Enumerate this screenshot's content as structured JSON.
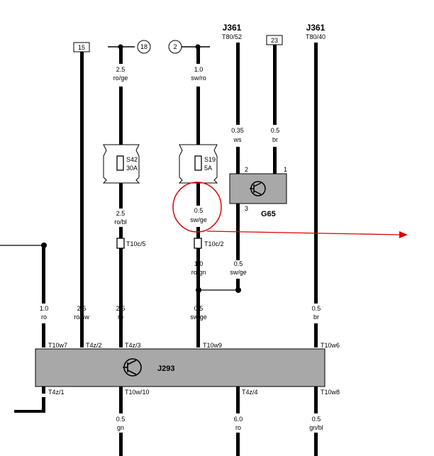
{
  "colors": {
    "wire": "#000000",
    "module_fill": "#a8a8a8",
    "relay_fill": "#a8a8a8",
    "highlight": "#e00000",
    "fuse_outline": "#000000"
  },
  "top_labels": {
    "terminal_15": "15",
    "circle_18": "18",
    "circle_2": "2",
    "j361_a_title": "J361",
    "j361_a_pin": "T80/52",
    "box_23": "23",
    "j361_b_title": "J361",
    "j361_b_pin": "T80/40"
  },
  "wire_labels": {
    "w18_size": "2.5",
    "w18_color": "ro/ge",
    "w2_size": "1.0",
    "w2_color": "sw/ro",
    "w52_size": "0.35",
    "w52_color": "ws",
    "w23_size": "0.5",
    "w23_color": "br",
    "s42_out_size": "2.5",
    "s42_out_color": "ro/bl",
    "s19_out_size": "0.5",
    "s19_out_color": "sw/ge",
    "g65_out_size": "0.5",
    "g65_out_color": "sw/ge",
    "t10c2_out_size": "1.0",
    "t10c2_out_color": "ro/gn",
    "in1_size": "1.0",
    "in1_color": "ro",
    "in2_size": "2.5",
    "in2_color": "ro/sw",
    "in3_size": "2.5",
    "in3_color": "ro",
    "in4_size": "0.5",
    "in4_color": "sw/ge",
    "in5_size": "0.5",
    "in5_color": "br",
    "out1_size": "0.5",
    "out1_color": "gn",
    "out2_size": "6.0",
    "out2_color": "ro",
    "out3_size": "0.5",
    "out3_color": "gn/bl"
  },
  "fuses": {
    "s42_name": "S42",
    "s42_rating": "30A",
    "s19_name": "S19",
    "s19_rating": "5A"
  },
  "connectors": {
    "t10c5": "T10c/5",
    "t10c2": "T10c/2",
    "t10w7": "T10w7",
    "t4z2": "T4z/2",
    "t4z3": "T4z/3",
    "t10w9": "T10w9",
    "t10w6": "T10w6",
    "t4z1": "T4z/1",
    "t10w10": "T10w/10",
    "t4z4": "T4z/4",
    "t10w8": "T10w8"
  },
  "components": {
    "g65_name": "G65",
    "g65_pin2": "2",
    "g65_pin1": "1",
    "g65_pin3": "3",
    "j293_name": "J293"
  }
}
